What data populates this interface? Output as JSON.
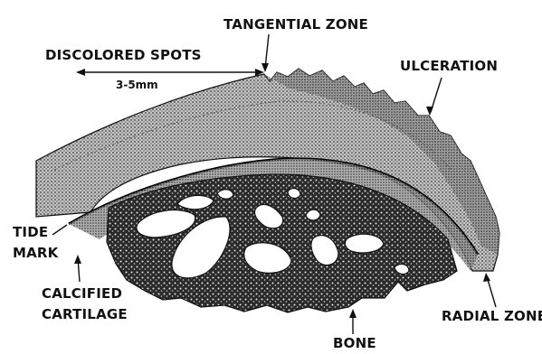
{
  "labels": {
    "tangential_zone": "TANGENTIAL ZONE",
    "discolored_spots": "DISCOLORED SPOTS",
    "measurement": "3-5mm",
    "ulceration": "ULCERATION",
    "tide": "TIDE",
    "mark": "MARK",
    "calcified": "CALCIFIED",
    "cartilage": "CARTILAGE",
    "bone": "BONE",
    "radial_zone": "RADIAL ZONE"
  },
  "colors": {
    "ink": "#111111",
    "cartilage_fill": "#bdbdbd",
    "paper": "#ffffff"
  }
}
